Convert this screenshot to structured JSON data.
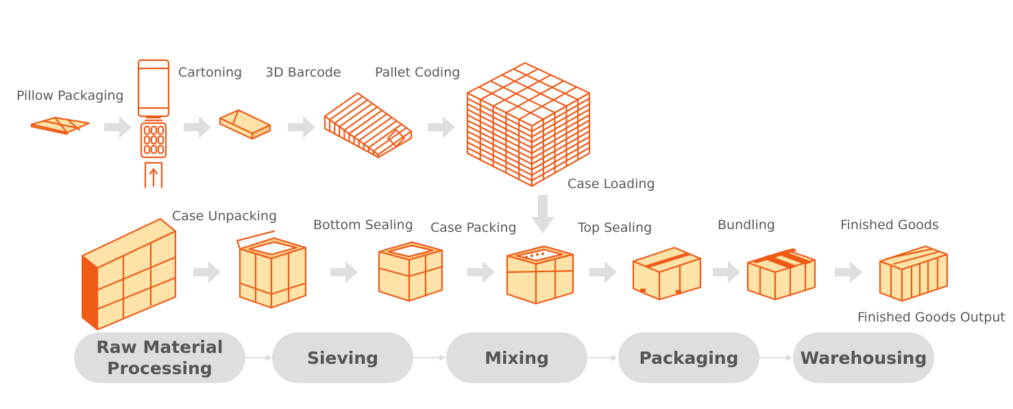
{
  "steps_top": [
    {
      "label": "Pillow Packaging",
      "icon": "pillow-pack-icon"
    },
    {
      "label": "Cartoning",
      "icon": "cartoning-machine-icon"
    },
    {
      "label": "3D Barcode",
      "icon": "carton-icon"
    },
    {
      "label": "Pallet Coding",
      "icon": "carton-bundle-icon"
    },
    {
      "label": "Case Loading",
      "icon": "carton-stack-icon"
    }
  ],
  "steps_bottom": [
    {
      "label": "Case Unpacking",
      "icon": "flat-case-icon"
    },
    {
      "label": "Bottom Sealing",
      "icon": "open-case-icon"
    },
    {
      "label": "Case Packing",
      "icon": "packed-case-icon"
    },
    {
      "label": "Top Sealing",
      "icon": "sealed-case-icon"
    },
    {
      "label": "Bundling",
      "icon": "bundled-case-icon"
    },
    {
      "label": "Finished Goods",
      "icon": "finished-goods-icon"
    }
  ],
  "output_label": "Finished Goods Output",
  "stages": [
    {
      "line1": "Raw Material",
      "line2": "Processing"
    },
    {
      "line1": "Sieving",
      "line2": ""
    },
    {
      "line1": "Mixing",
      "line2": ""
    },
    {
      "line1": "Packaging",
      "line2": ""
    },
    {
      "line1": "Warehousing",
      "line2": ""
    }
  ],
  "colors": {
    "accent": "#ef5a17",
    "box_fill": "#fde3a8",
    "arrow": "#dedede",
    "stage_pill": "#dedede",
    "label_text": "#595959",
    "stage_text": "#555555"
  }
}
